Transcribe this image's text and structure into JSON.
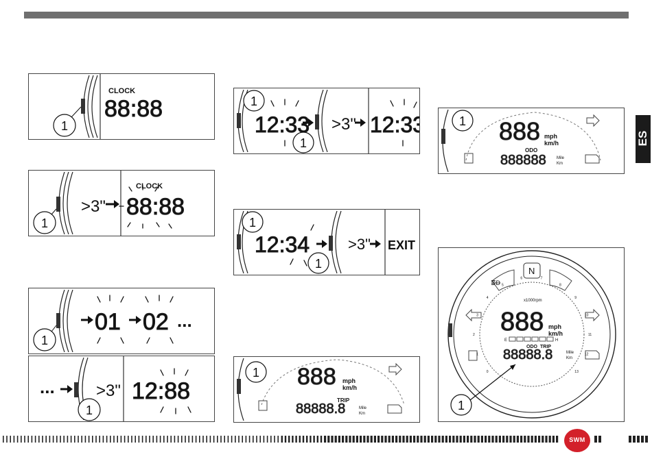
{
  "header": {
    "bar_color": "#6f6f6f"
  },
  "language_tab": {
    "label": "ES"
  },
  "callout_number": "1",
  "panels": {
    "clock_display": {
      "label": "CLOCK",
      "digits": "88:88"
    },
    "clock_enter": {
      "hold": ">3\"",
      "label": "CLOCK",
      "digits": "88:88"
    },
    "hour_cycle": {
      "first": "01",
      "second": "02",
      "more": "..."
    },
    "hour_confirm": {
      "lead": "...",
      "hold": ">3\"",
      "digits": "12:88"
    },
    "minutes_set": {
      "before": "12:33",
      "hold": ">3\"",
      "after": "12:33"
    },
    "minutes_confirm": {
      "digits": "12:34",
      "hold": ">3\"",
      "exit": "EXIT"
    },
    "trip_display": {
      "speed": "888",
      "units_top": "mph",
      "units_bottom": "km/h",
      "trip_label": "TRIP",
      "odometer": "88888.8",
      "odometer_unit_top": "Mile",
      "odometer_unit_bottom": "Km"
    },
    "odo_display": {
      "speed": "888",
      "units_top": "mph",
      "units_bottom": "km/h",
      "odo_label": "ODO",
      "odometer": "888888",
      "odometer_unit_top": "Mile",
      "odometer_unit_bottom": "Km"
    },
    "full_dashboard": {
      "neutral": "N",
      "rpm_label": "x1000rpm",
      "speed": "888",
      "units_top": "mph",
      "units_bottom": "km/h",
      "odo_label": "ODO",
      "trip_label": "TRIP",
      "odometer": "88888.8",
      "odometer_unit_top": "Mile",
      "odometer_unit_bottom": "Km",
      "fuel_empty": "E",
      "fuel_full": "H",
      "scale": [
        "0",
        "1",
        "2",
        "3",
        "4",
        "5",
        "6",
        "7",
        "8",
        "9",
        "10",
        "11",
        "12",
        "13"
      ]
    }
  },
  "footer": {
    "logo_text": "SWM",
    "logo_color": "#d3202a"
  }
}
